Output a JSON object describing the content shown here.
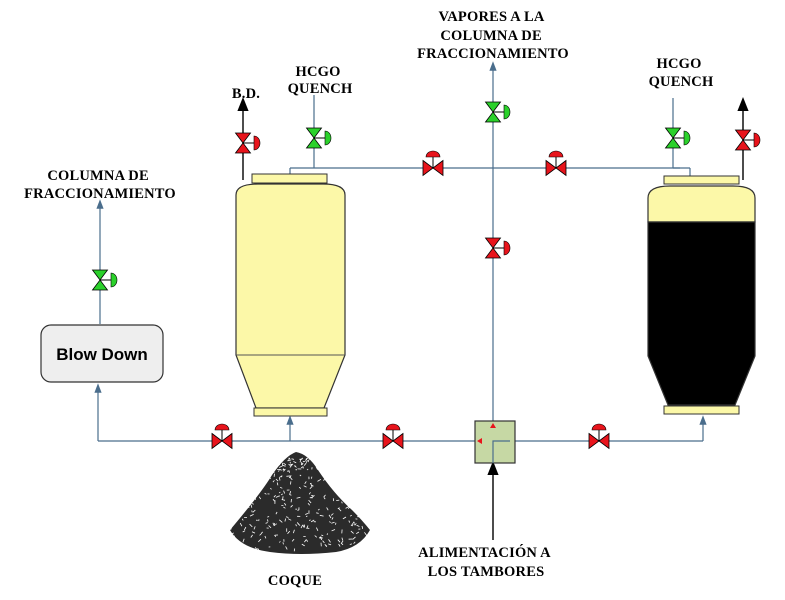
{
  "labels": {
    "vapores": [
      "VAPORES A LA",
      "COLUMNA DE",
      "FRACCIONAMIENTO"
    ],
    "hcgo_left": [
      "HCGO",
      "QUENCH"
    ],
    "hcgo_right": [
      "HCGO",
      "QUENCH"
    ],
    "bd": "B.D.",
    "columna": [
      "COLUMNA DE",
      "FRACCIONAMIENTO"
    ],
    "coque": "COQUE",
    "alimentacion": [
      "ALIMENTACIÓN A",
      "LOS TAMBORES"
    ]
  },
  "blowdown": {
    "label": "Blow Down"
  },
  "colors": {
    "drum_yellow": "#fcf8a8",
    "drum_dark": "#000000",
    "valve_red": "#e8141c",
    "valve_green": "#2bd12b",
    "pipe": "#4a6d8c",
    "box_green": "#c6d8a4",
    "blowdown_fill": "#eeeeee"
  }
}
